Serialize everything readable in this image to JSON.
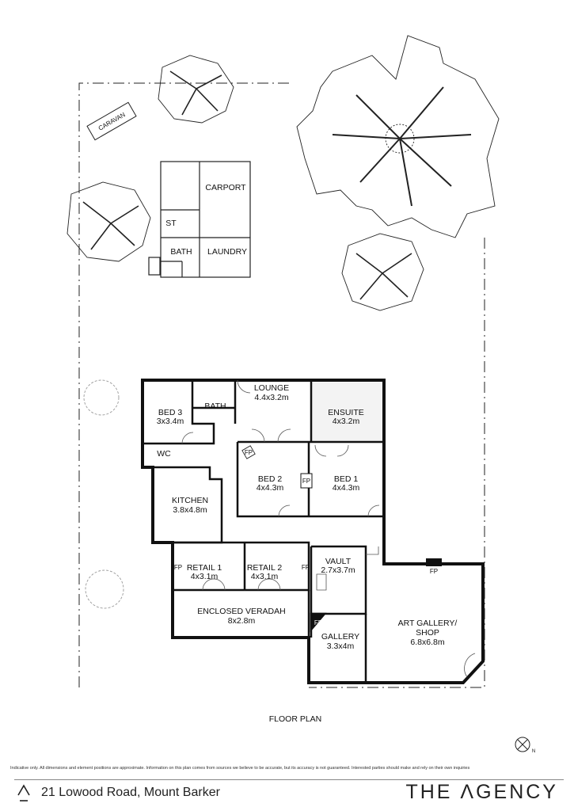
{
  "plan": {
    "title": "FLOOR PLAN",
    "outbuilding": {
      "caravan": "CARAVAN",
      "carport": "CARPORT",
      "store": "ST",
      "bath": "BATH",
      "laundry": "LAUNDRY"
    },
    "rooms": [
      {
        "name": "BED 3",
        "size": "3x3.4m"
      },
      {
        "name": "BATH",
        "size": ""
      },
      {
        "name": "LOUNGE",
        "size": "4.4x3.2m"
      },
      {
        "name": "ENSUITE",
        "size": "4x3.2m"
      },
      {
        "name": "BED 2",
        "size": "4x4.3m"
      },
      {
        "name": "BED 1",
        "size": "4x4.3m"
      },
      {
        "name": "WC",
        "size": ""
      },
      {
        "name": "KITCHEN",
        "size": "3.8x4.8m"
      },
      {
        "name": "RETAIL 1",
        "size": "4x3.1m"
      },
      {
        "name": "RETAIL 2",
        "size": "4x3.1m"
      },
      {
        "name": "VAULT",
        "size": "2.7x3.7m"
      },
      {
        "name": "ENCLOSED VERADAH",
        "size": "8x2.8m"
      },
      {
        "name": "GALLERY",
        "size": "3.3x4m"
      },
      {
        "name": "ART GALLERY/",
        "name2": "SHOP",
        "size": "6.8x6.8m"
      }
    ],
    "fireplace_label": "FP",
    "compass": "N"
  },
  "footer": {
    "disclaimer": "Indicative only. All dimensions and element positions are approximate. Information on this plan comes from sources we believe to be accurate, but its accuracy is not guaranteed. Interested parties should make and rely on their own inquiries",
    "address": "21 Lowood Road, Mount Barker",
    "brand": "THE ΛGENCY"
  }
}
